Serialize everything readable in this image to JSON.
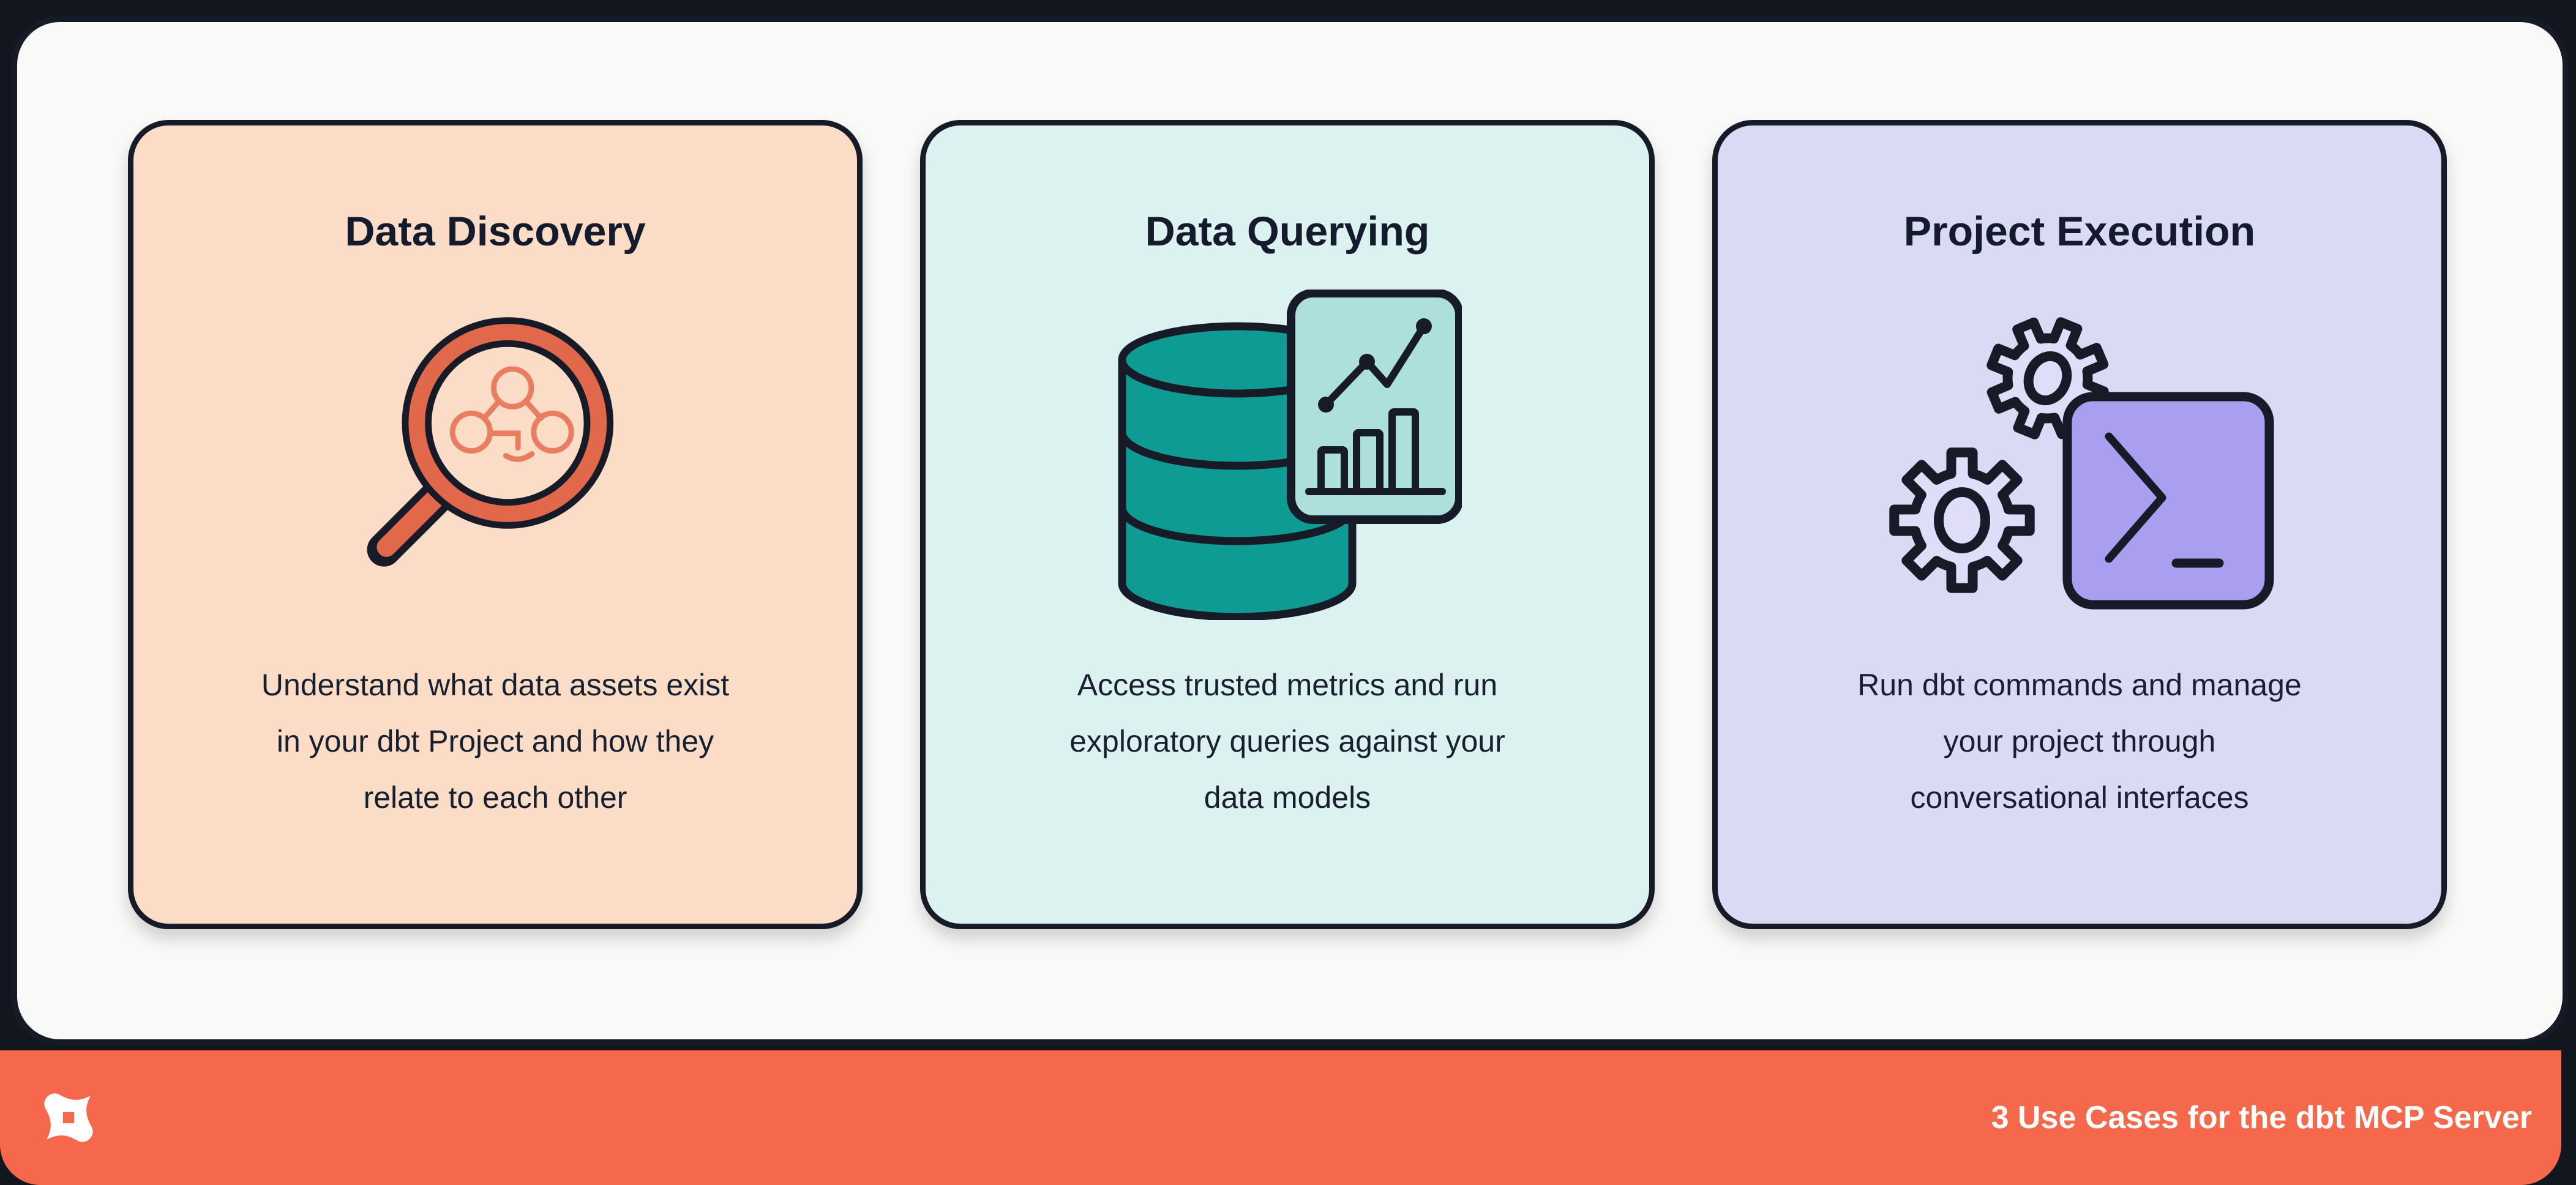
{
  "footer": {
    "title": "3 Use Cases for the dbt MCP Server",
    "logo": "dbt-logo",
    "bg_color": "#F6684C",
    "text_color": "#FFFFFF"
  },
  "cards": [
    {
      "title": "Data Discovery",
      "body": "Understand what data assets exist\nin your dbt Project and how they\nrelate to each other",
      "icon": "magnifier-lineage-icon",
      "bg_color": "#FBDCC6",
      "accent_color": "#E2684C"
    },
    {
      "title": "Data Querying",
      "body": "Access trusted metrics and run\nexploratory queries against your\ndata models",
      "icon": "database-analytics-icon",
      "bg_color": "#DBF2F0",
      "accent_color": "#0E9B94"
    },
    {
      "title": "Project Execution",
      "body": "Run dbt commands and manage\nyour project through\nconversational interfaces",
      "icon": "gears-terminal-icon",
      "bg_color": "#DBDAF5",
      "accent_color": "#A99EEF"
    }
  ],
  "colors": {
    "background": "#12161F",
    "panel": "#F9F9F7",
    "outline": "#171B28",
    "text": "#141B2C",
    "footer_orange": "#F6684C",
    "coral_ring": "#E2684C",
    "lineage_stroke": "#E97D5F",
    "database_teal": "#0E9B94",
    "chart_card_teal": "#ADE0DC",
    "terminal_purple": "#A99EEF",
    "gear_lavender": "#DFDDF8"
  }
}
